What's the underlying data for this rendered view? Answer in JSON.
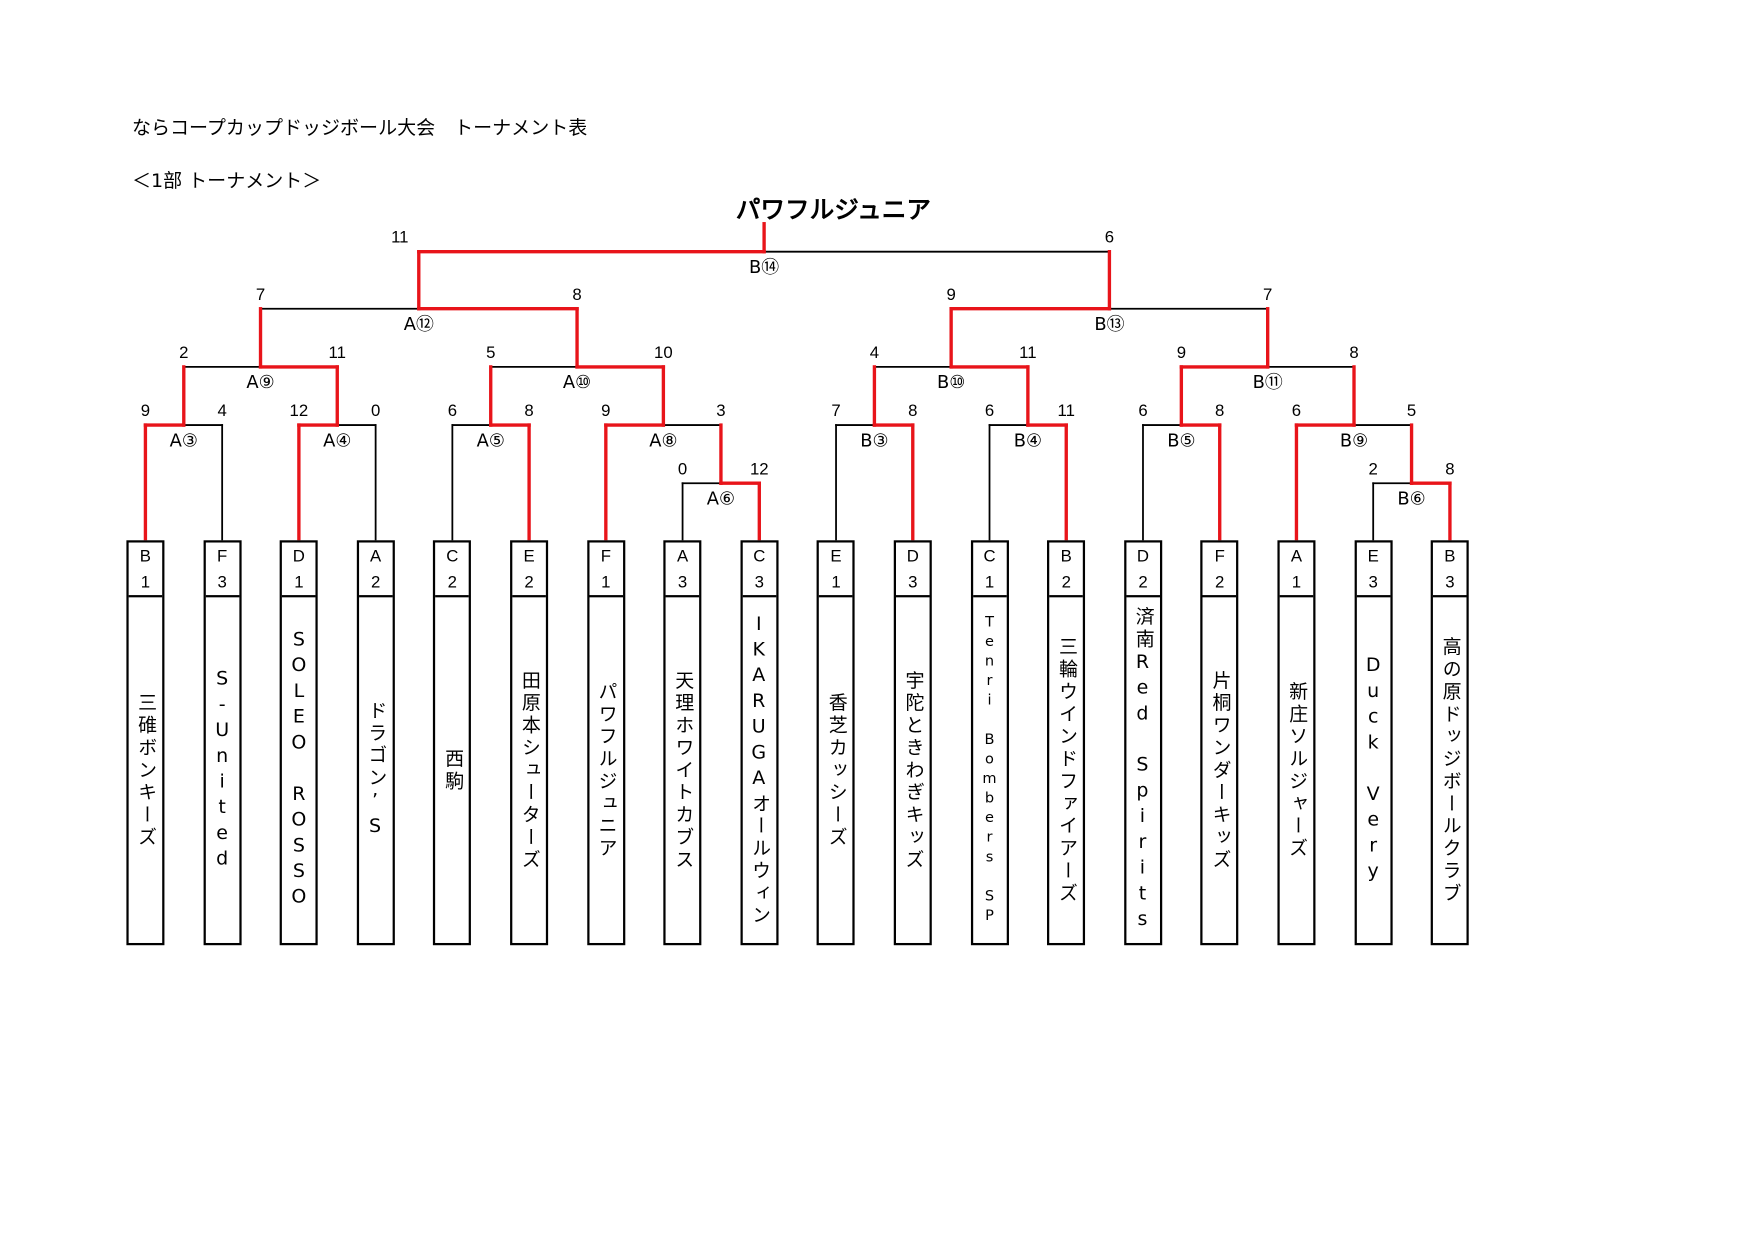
{
  "header": {
    "title": "ならコープカップドッジボール大会　トーナメント表",
    "subtitle": "＜1部 トーナメント＞",
    "champion": "パワフルジュニア"
  },
  "colors": {
    "win_line": "#e8141a",
    "line": "#000000"
  },
  "teams": [
    {
      "block": "B",
      "num": "1",
      "name": "三碓ボンキーズ"
    },
    {
      "block": "F",
      "num": "3",
      "name": "S-United"
    },
    {
      "block": "D",
      "num": "1",
      "name": "SOLEO ROSSO"
    },
    {
      "block": "A",
      "num": "2",
      "name": "ドラゴン’S"
    },
    {
      "block": "C",
      "num": "2",
      "name": "西駒"
    },
    {
      "block": "E",
      "num": "2",
      "name": "田原本シューターズ"
    },
    {
      "block": "F",
      "num": "1",
      "name": "パワフルジュニア"
    },
    {
      "block": "A",
      "num": "3",
      "name": "天理ホワイトカブス"
    },
    {
      "block": "C",
      "num": "3",
      "name": "IKARUGAオールウィン"
    },
    {
      "block": "E",
      "num": "1",
      "name": "香芝カッシーズ"
    },
    {
      "block": "D",
      "num": "3",
      "name": "宇陀ときわぎキッズ"
    },
    {
      "block": "C",
      "num": "1",
      "name": "Tenri Bombers SP"
    },
    {
      "block": "B",
      "num": "2",
      "name": "三輪ウインドファイアーズ"
    },
    {
      "block": "D",
      "num": "2",
      "name": "済南Red Spirits"
    },
    {
      "block": "F",
      "num": "2",
      "name": "片桐ワンダーキッズ"
    },
    {
      "block": "A",
      "num": "1",
      "name": "新庄ソルジャーズ"
    },
    {
      "block": "E",
      "num": "3",
      "name": "Duck Very"
    },
    {
      "block": "B",
      "num": "3",
      "name": "高の原ドッジボールクラブ"
    }
  ],
  "matches": [
    {
      "label": "A③",
      "scores": [
        "9",
        "4"
      ],
      "winner": 0
    },
    {
      "label": "A④",
      "scores": [
        "12",
        "0"
      ],
      "winner": 0
    },
    {
      "label": "A⑤",
      "scores": [
        "6",
        "8"
      ],
      "winner": 1
    },
    {
      "label": "A⑥",
      "scores": [
        "0",
        "12"
      ],
      "winner": 1
    },
    {
      "label": "A⑧",
      "scores": [
        "9",
        "3"
      ],
      "winner": 0
    },
    {
      "label": "B③",
      "scores": [
        "7",
        "8"
      ],
      "winner": 1
    },
    {
      "label": "B④",
      "scores": [
        "6",
        "11"
      ],
      "winner": 1
    },
    {
      "label": "B⑤",
      "scores": [
        "6",
        "8"
      ],
      "winner": 1
    },
    {
      "label": "B⑥",
      "scores": [
        "2",
        "8"
      ],
      "winner": 1
    },
    {
      "label": "B⑨",
      "scores": [
        "6",
        "5"
      ],
      "winner": 0
    },
    {
      "label": "A⑨",
      "scores": [
        "2",
        "11"
      ],
      "winner": 1
    },
    {
      "label": "A⑩",
      "scores": [
        "5",
        "10"
      ],
      "winner": 1
    },
    {
      "label": "B⑩",
      "scores": [
        "4",
        "11"
      ],
      "winner": 1
    },
    {
      "label": "B⑪",
      "scores": [
        "9",
        "8"
      ],
      "winner": 0
    },
    {
      "label": "A⑫",
      "scores": [
        "7",
        "8"
      ],
      "winner": 1
    },
    {
      "label": "B⑬",
      "scores": [
        "9",
        "7"
      ],
      "winner": 0
    },
    {
      "label": "B⑭",
      "scores": [
        "11",
        "6"
      ],
      "winner": 0
    }
  ]
}
